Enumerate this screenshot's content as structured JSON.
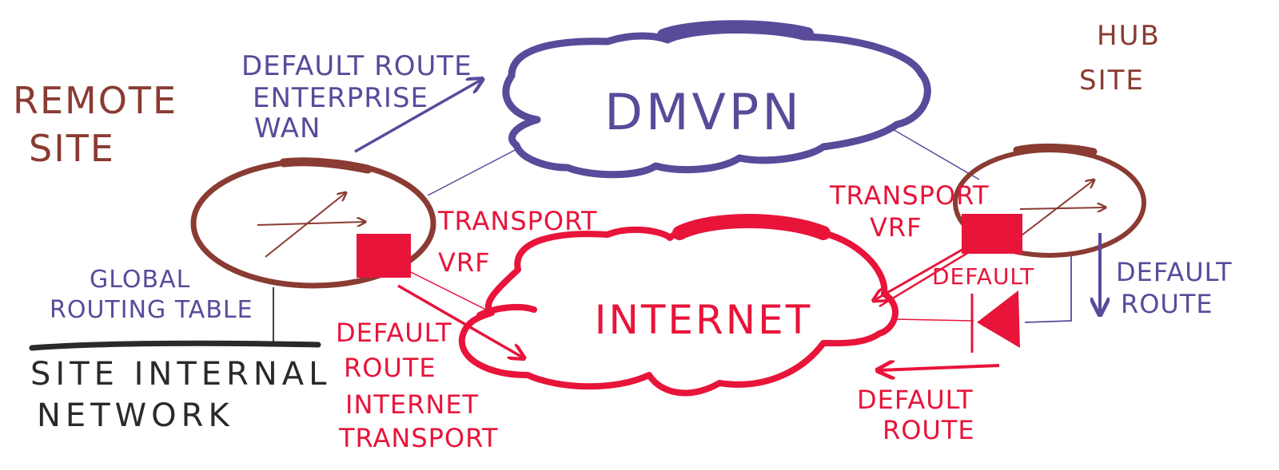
{
  "colors": {
    "brown": "#8a3b32",
    "purple": "#5a4a9a",
    "red": "#e8143a",
    "dark": "#2a2a2a"
  },
  "labels": {
    "remote_site": [
      "REMOTE",
      "SITE"
    ],
    "hub_site": [
      "HUB",
      "SITE"
    ],
    "dmvpn": "DMVPN",
    "internet": "INTERNET",
    "default_route_enterprise_wan": [
      "DEFAULT ROUTE",
      "ENTERPRISE",
      "WAN"
    ],
    "transport_vrf_remote": [
      "TRANSPORT",
      "VRF"
    ],
    "transport_vrf_hub": [
      "TRANSPORT",
      "VRF"
    ],
    "global_routing_table": [
      "GLOBAL",
      "ROUTING TABLE"
    ],
    "site_internal_network": [
      "SITE INTERNAL",
      "NETWORK"
    ],
    "default_route_internet_transport": [
      "DEFAULT",
      "ROUTE",
      "INTERNET",
      "TRANSPORT"
    ],
    "default_hub": "DEFAULT",
    "default_route_hub_right": [
      "DEFAULT",
      "ROUTE"
    ],
    "default_route_hub_bottom": [
      "DEFAULT",
      "ROUTE"
    ]
  },
  "icons": {
    "remote_router": "router-icon",
    "hub_router": "router-icon",
    "firewall": "firewall-icon"
  }
}
